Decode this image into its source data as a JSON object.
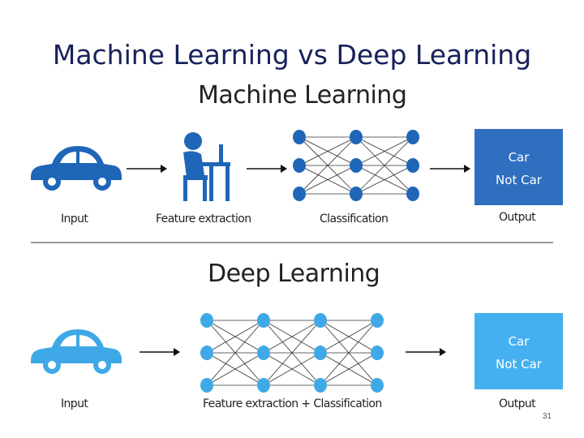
{
  "slide": {
    "title": "Machine Learning vs Deep Learning",
    "page_number": "31"
  },
  "machine_learning": {
    "heading": "Machine Learning",
    "labels": {
      "input": "Input",
      "feature_extraction": "Feature extraction",
      "classification": "Classification",
      "output": "Output"
    },
    "output_box": {
      "line1": "Car",
      "line2": "Not Car"
    },
    "colors": {
      "car": "#1f66b8",
      "network": "#1f66b8",
      "output_box": "#2f6fbf"
    }
  },
  "deep_learning": {
    "heading": "Deep Learning",
    "labels": {
      "input": "Input",
      "feature_classification": "Feature extraction + Classification",
      "output": "Output"
    },
    "output_box": {
      "line1": "Car",
      "line2": "Not Car"
    },
    "colors": {
      "car": "#3fa9e8",
      "network": "#3fa9e8",
      "output_box": "#45b0f0"
    }
  },
  "icons": [
    "car-icon",
    "person-at-computer-icon",
    "neural-network-icon",
    "arrow-right-icon"
  ]
}
